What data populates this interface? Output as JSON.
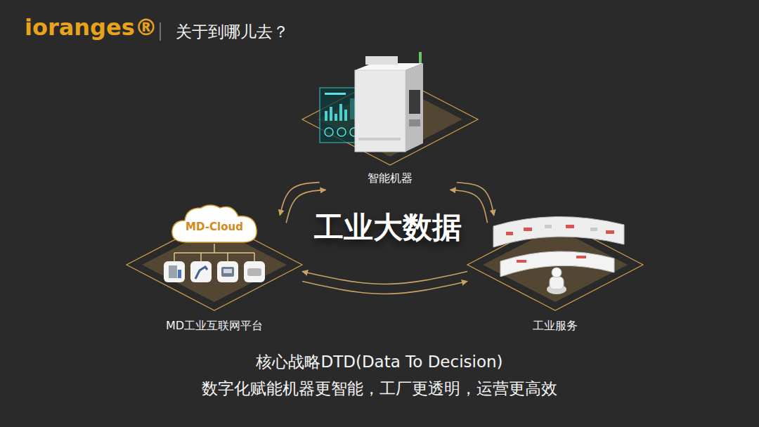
{
  "diagram": {
    "title": "关于到哪儿去？",
    "caption": "核心战略DTD(Data To Decision)",
    "nodes": [
      {
        "text": [
          "智能机器"
        ]
      },
      {
        "text": [
          "MD工业互联网平台"
        ]
      },
      {
        "text": [
          "MD-Cloud"
        ],
        "in": 1
      },
      {
        "text": [
          "工业服务"
        ]
      }
    ],
    "edges": [
      {
        "from": 1,
        "to": 0,
        "arrow": "to"
      },
      {
        "from": 0,
        "to": 1,
        "arrow": "to"
      },
      {
        "from": 0,
        "to": 3,
        "arrow": "to"
      },
      {
        "from": 3,
        "to": 0,
        "arrow": "to"
      },
      {
        "from": 3,
        "to": 1,
        "arrow": "to"
      },
      {
        "from": 1,
        "to": 3,
        "arrow": "to"
      }
    ],
    "labels": [
      "ioranges®",
      "工业大数据",
      "数字化赋能机器更智能，工厂更透明，运营更高效"
    ]
  }
}
